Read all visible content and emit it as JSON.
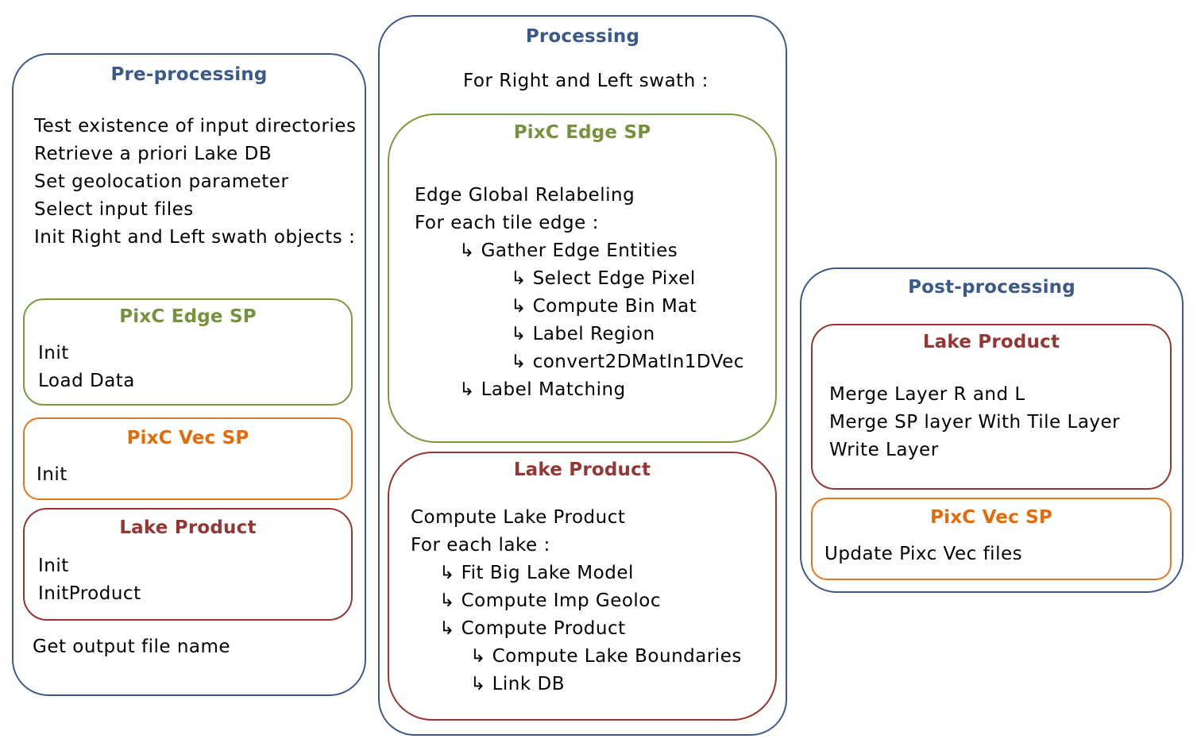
{
  "preprocessing": {
    "title": "Pre-processing",
    "lines": [
      "Test existence of input directories",
      "Retrieve a priori Lake DB",
      "Set geolocation parameter",
      "Select input files",
      "Init Right and Left swath objects :"
    ],
    "pixc_edge": {
      "title": "PixC Edge SP",
      "lines": [
        "Init",
        "Load Data"
      ]
    },
    "pixc_vec": {
      "title": "PixC Vec SP",
      "lines": [
        "Init"
      ]
    },
    "lake_product": {
      "title": "Lake Product",
      "lines": [
        "Init",
        "InitProduct"
      ]
    },
    "footer": "Get output file name"
  },
  "processing": {
    "title": "Processing",
    "subtitle": "For Right and Left swath :",
    "pixc_edge": {
      "title": "PixC Edge SP",
      "lines": [
        "Edge Global Relabeling",
        "For each tile edge :",
        "↳ Gather Edge Entities",
        "↳ Select Edge Pixel",
        "↳ Compute Bin Mat",
        "↳ Label Region",
        "↳ convert2DMatIn1DVec",
        "↳ Label Matching"
      ]
    },
    "lake_product": {
      "title": "Lake Product",
      "lines": [
        "Compute Lake Product",
        "For each lake :",
        "↳ Fit Big Lake Model",
        "↳ Compute Imp Geoloc",
        "↳ Compute Product",
        "↳ Compute Lake Boundaries",
        "↳ Link DB"
      ]
    }
  },
  "postprocessing": {
    "title": "Post-processing",
    "lake_product": {
      "title": "Lake Product",
      "lines": [
        "Merge Layer R and L",
        "Merge SP layer With Tile Layer",
        "Write Layer"
      ]
    },
    "pixc_vec": {
      "title": "PixC Vec SP",
      "lines": [
        "Update Pixc Vec files"
      ]
    }
  },
  "colors": {
    "outer_border": "#3b5a8a",
    "green": "#76923c",
    "orange": "#e36c0a",
    "red": "#943634"
  }
}
